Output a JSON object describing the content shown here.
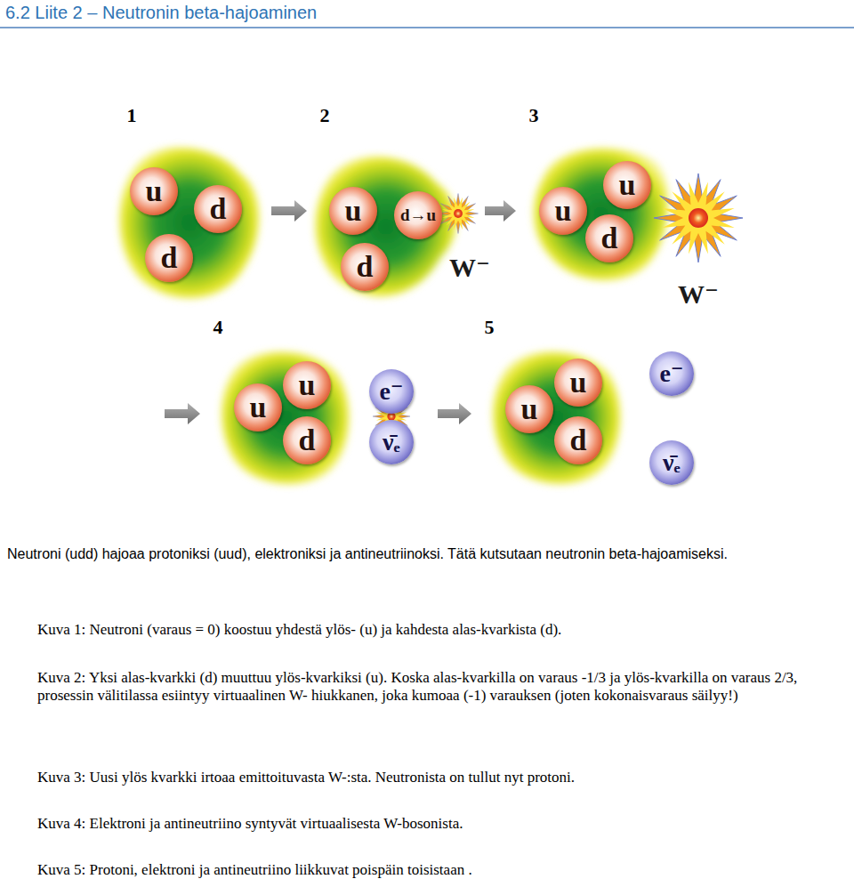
{
  "diagram": {
    "title": "6.2 Liite 2 – Neutronin beta-hajoaminen",
    "nodes": [
      {
        "text": [
          "u"
        ]
      },
      {
        "text": [
          "d"
        ]
      },
      {
        "text": [
          "d"
        ]
      },
      {
        "text": [
          "u"
        ]
      },
      {
        "text": [
          "d→u"
        ]
      },
      {
        "text": [
          "d"
        ]
      },
      {
        "text": [
          "u"
        ]
      },
      {
        "text": [
          "u"
        ]
      },
      {
        "text": [
          "d"
        ]
      },
      {
        "text": [
          "u"
        ]
      },
      {
        "text": [
          "u"
        ]
      },
      {
        "text": [
          "d"
        ]
      },
      {
        "text": [
          "e⁻"
        ]
      },
      {
        "text": [
          "ν̄ₑ"
        ]
      },
      {
        "text": [
          "u"
        ]
      },
      {
        "text": [
          "u"
        ]
      },
      {
        "text": [
          "d"
        ]
      },
      {
        "text": [
          "e⁻"
        ]
      },
      {
        "text": [
          "ν̄ₑ"
        ]
      }
    ],
    "labels": [
      "1",
      "2",
      "3",
      "W⁻",
      "W⁻",
      "4",
      "5",
      "Neutroni (udd) hajoaa protoniksi (uud), elektroniksi ja antineutriinoksi. Tätä kutsutaan neutronin beta-hajoamiseksi.",
      "Kuva 1: Neutroni (varaus = 0) koostuu yhdestä ylös- (u) ja kahdesta alas-kvarkista (d).",
      "Kuva 2: Yksi alas-kvarkki (d) muuttuu ylös-kvarkiksi (u). Koska alas-kvarkilla on varaus -1/3 ja ylös-kvarkilla on varaus 2/3, prosessin välitilassa esiintyy virtuaalinen W- hiukkanen, joka kumoaa (-1) varauksen (joten kokonaisvaraus säilyy!)",
      "Kuva 3: Uusi ylös kvarkki irtoaa emittoituvasta W-:sta. Neutronista on tullut nyt protoni.",
      "Kuva 4: Elektroni ja antineutriino syntyvät virtuaalisesta W-bosonista.",
      "Kuva 5: Protoni, elektroni ja antineutriino liikkuvat poispäin toisistaan ."
    ]
  }
}
